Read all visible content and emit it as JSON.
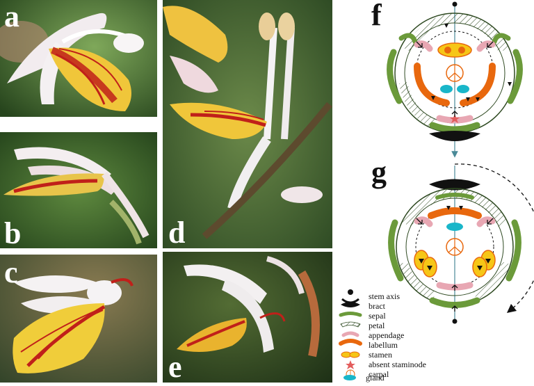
{
  "panels": {
    "a": {
      "label": "a"
    },
    "b": {
      "label": "b"
    },
    "c": {
      "label": "c"
    },
    "d": {
      "label": "d"
    },
    "e": {
      "label": "e"
    }
  },
  "diagrams": {
    "f": {
      "label": "f"
    },
    "g": {
      "label": "g"
    }
  },
  "legend": {
    "items": [
      {
        "key": "stem_axis",
        "label": "stem axis",
        "icon": "stem-axis-icon"
      },
      {
        "key": "bract",
        "label": "bract",
        "icon": "bract-icon"
      },
      {
        "key": "sepal",
        "label": "sepal",
        "icon": "sepal-icon"
      },
      {
        "key": "petal",
        "label": "petal",
        "icon": "petal-icon"
      },
      {
        "key": "appendage",
        "label": "appendage",
        "icon": "appendage-icon"
      },
      {
        "key": "labellum",
        "label": "labellum",
        "icon": "labellum-icon"
      },
      {
        "key": "stamen",
        "label": "stamen",
        "icon": "stamen-icon"
      },
      {
        "key": "absent_staminode",
        "label": "absent staminode",
        "icon": "star-icon"
      },
      {
        "key": "carpal",
        "label": "carpal",
        "icon": "carpal-icon"
      },
      {
        "key": "gland",
        "label": "gland",
        "icon": "gland-icon"
      }
    ]
  },
  "colors": {
    "bract": "#111111",
    "sepal": "#6b9a3a",
    "petal": "#ffffff",
    "appendage": "#e8a7b3",
    "labellum": "#e8680e",
    "stamen": "#f6c617",
    "carpal": "#e8680e",
    "gland": "#19b6c9",
    "staminode": "#e35d5d",
    "axis": "#4a8a98"
  }
}
